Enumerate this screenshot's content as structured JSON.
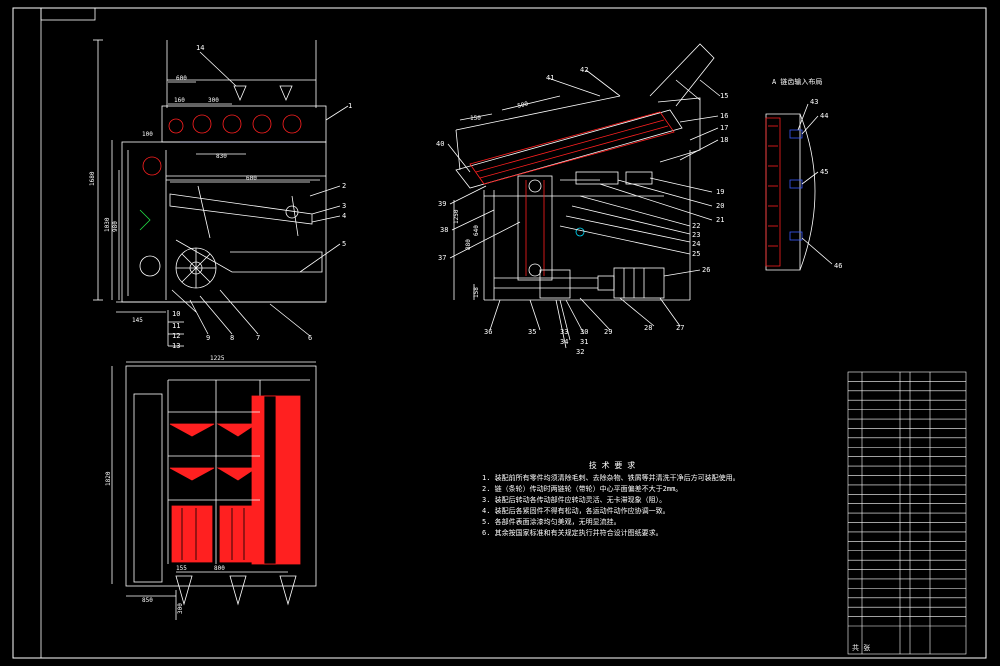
{
  "colors": {
    "background": "#000000",
    "line": "#ffffff",
    "accent": "#ff2020",
    "blue": "#3a5bff",
    "green": "#22dd44",
    "cyan": "#00e0ff"
  },
  "front_view": {
    "balloons": [
      "1",
      "2",
      "3",
      "4",
      "5",
      "6",
      "7",
      "8",
      "9",
      "10",
      "11",
      "12",
      "13",
      "14"
    ],
    "dims": {
      "d1": "600",
      "d2": "300",
      "d3": "160",
      "d4": "100",
      "d5": "830",
      "d6": "1680",
      "d7": "1030",
      "d8": "980",
      "d9": "145",
      "d10": "600"
    }
  },
  "side_view": {
    "balloons": [
      "15",
      "16",
      "17",
      "18",
      "19",
      "20",
      "21",
      "22",
      "23",
      "24",
      "25",
      "26",
      "27",
      "28",
      "29",
      "30",
      "31",
      "32",
      "33",
      "34",
      "35",
      "36",
      "37",
      "38",
      "39",
      "40",
      "41",
      "42"
    ],
    "dims": {
      "d1": "150",
      "d2": "500",
      "d3": "880",
      "d4": "1250",
      "d5": "640",
      "d6": "158"
    }
  },
  "detail_view": {
    "title": "A 链齿输入布局",
    "balloons": [
      "43",
      "44",
      "45",
      "46"
    ]
  },
  "top_view": {
    "dims": {
      "d1": "1225",
      "d2": "1820",
      "d3": "850",
      "d4": "155",
      "d5": "800",
      "d6": "300"
    }
  },
  "tech_notes": {
    "title": "技 术 要 求",
    "items": [
      "1. 装配前所有零件均须清除毛刺、去除杂物、铁屑等并清洗干净后方可装配使用。",
      "2. 链（条轮）传动时两链轮（带轮）中心平面偏差不大于2mm。",
      "3. 装配后转动各传动部件应转动灵活、无卡滞现象（阻）。",
      "4. 装配后各紧固件不得有松动，各运动件动作应协调一致。",
      "5. 各部件表面涂漆均匀美观，无明显流挂。",
      "6. 其余按国家标准和有关规定执行并符合设计图纸要求。"
    ]
  },
  "title_block": {
    "rows": 27,
    "footer": "共 张"
  }
}
